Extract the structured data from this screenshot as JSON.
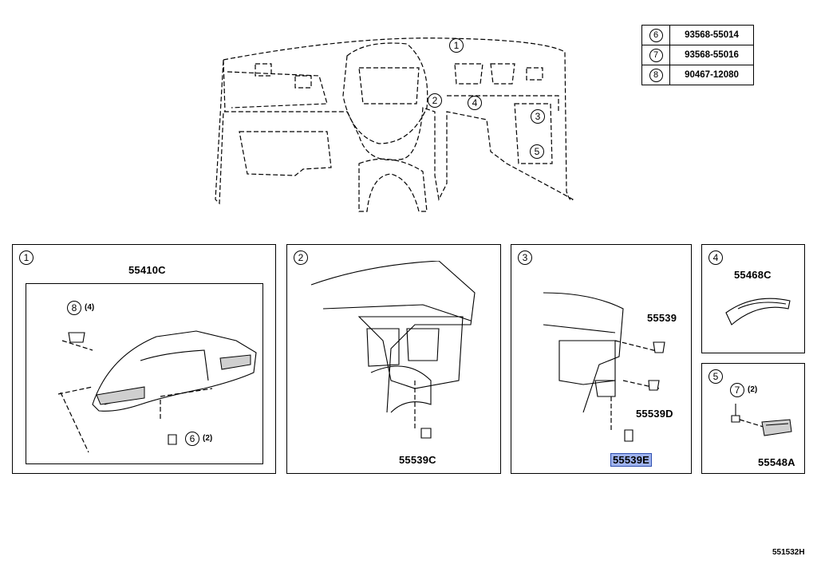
{
  "reference_table": [
    {
      "num": "6",
      "part": "93568-55014"
    },
    {
      "num": "7",
      "part": "93568-55016"
    },
    {
      "num": "8",
      "part": "90467-12080"
    }
  ],
  "overview_callouts": [
    "1",
    "2",
    "4",
    "3",
    "5"
  ],
  "panels": [
    {
      "num": "1",
      "parts": {
        "main": "55410C",
        "clip": "8",
        "clip_qty": "(4)",
        "screw": "6",
        "screw_qty": "(2)"
      }
    },
    {
      "num": "2",
      "parts": {
        "main": "55539C"
      }
    },
    {
      "num": "3",
      "parts": {
        "a": "55539",
        "b": "55539D",
        "c": "55539E"
      }
    },
    {
      "num": "4",
      "parts": {
        "main": "55468C"
      }
    },
    {
      "num": "5",
      "parts": {
        "main": "55548A",
        "screw": "7",
        "screw_qty": "(2)"
      }
    }
  ],
  "diagram_code": "551532H"
}
